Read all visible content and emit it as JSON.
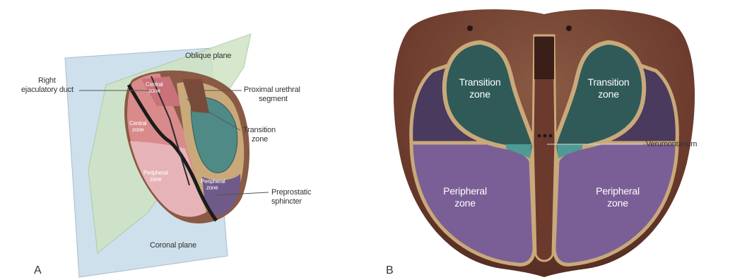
{
  "panel_a": {
    "letter": "A",
    "labels": {
      "oblique_plane": "Oblique plane",
      "right_ejaculatory_duct_1": "Right",
      "right_ejaculatory_duct_2": "ejaculatory duct",
      "proximal_urethral_segment_1": "Proximal urethral",
      "proximal_urethral_segment_2": "segment",
      "transition_zone_1": "Transition",
      "transition_zone_2": "zone",
      "preprostatic_sphincter_1": "Preprostatic",
      "preprostatic_sphincter_2": "sphincter",
      "coronal_plane": "Coronal plane",
      "central_zone_1": "Central",
      "central_zone_2": "zone",
      "peripheral_zone_1": "Peripheral",
      "peripheral_zone_2": "zone",
      "peripheral_zone_right_1": "Peripheral",
      "peripheral_zone_right_2": "zone",
      "central_zone_inner_1": "Central",
      "central_zone_inner_2": "zone"
    }
  },
  "panel_b": {
    "letter": "B",
    "labels": {
      "transition_left_1": "Transition",
      "transition_left_2": "zone",
      "transition_right_1": "Transition",
      "transition_right_2": "zone",
      "peripheral_left_1": "Peripheral",
      "peripheral_left_2": "zone",
      "peripheral_right_1": "Peripheral",
      "peripheral_right_2": "zone",
      "verumontanum": "Verumontanum"
    }
  },
  "colors": {
    "capsule_brown": "#6b3a2c",
    "capsule_light": "#8a5a44",
    "transition_teal": "#2f5a58",
    "peripheral_purple": "#7a5f97",
    "central_dark_purple": "#4a3a5e",
    "tan_outline": "#c9a97a",
    "coronal_plane": "#c9dde9",
    "oblique_plane": "#cfe3c4",
    "central_red": "#c9727a"
  }
}
